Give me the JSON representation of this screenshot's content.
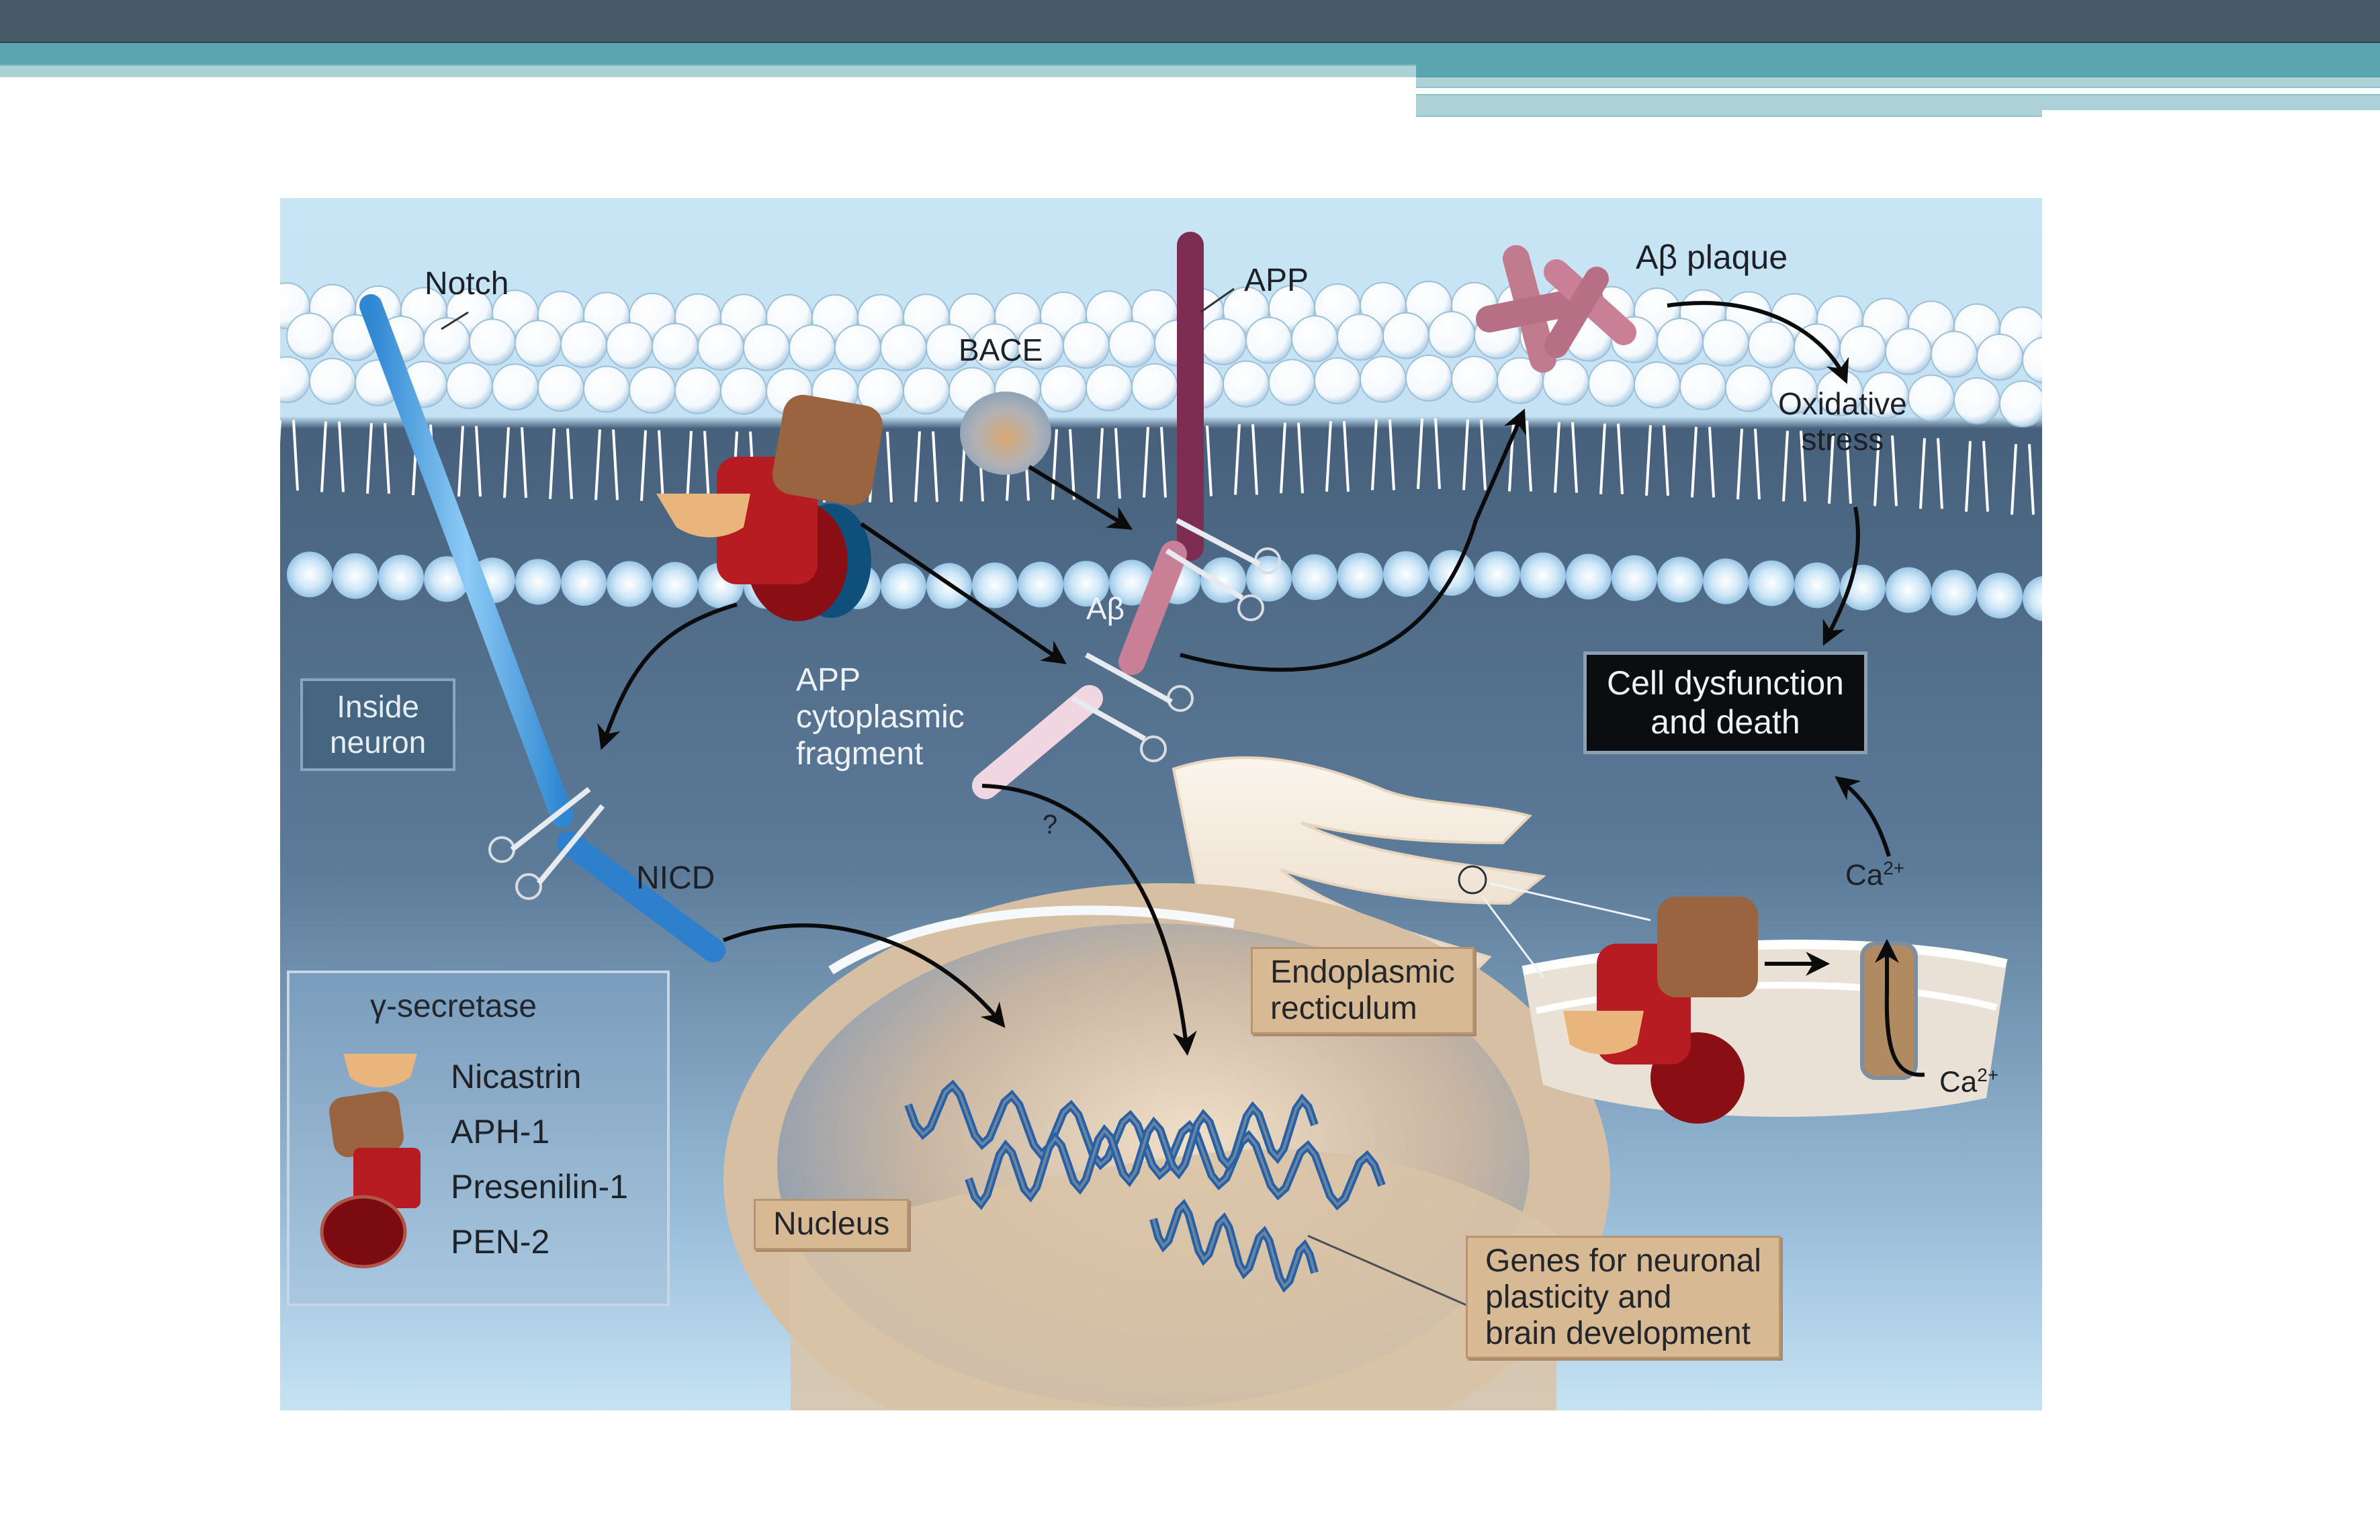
{
  "slide": {
    "header_colors": {
      "dark": "#475a68",
      "teal": "#5ba5b1",
      "light": "#acd2d8"
    }
  },
  "diagram": {
    "labels": {
      "notch": "Notch",
      "app": "APP",
      "bace": "BACE",
      "abeta_plaque": "Aβ plaque",
      "oxidative_stress": [
        "Oxidative",
        "stress"
      ],
      "abeta": "Aβ",
      "app_fragment": [
        "APP",
        "cytoplasmic",
        "fragment"
      ],
      "question_mark": "?",
      "nicd": "NICD",
      "ca_top": "Ca",
      "ca_top_sup": "2+",
      "ca_bottom": "Ca",
      "ca_bottom_sup": "2+"
    },
    "boxes": {
      "inside_neuron": [
        "Inside",
        "neuron"
      ],
      "cell_dysfunction": [
        "Cell dysfunction",
        "and death"
      ],
      "endoplasmic": [
        "Endoplasmic",
        "recticulum"
      ],
      "nucleus": "Nucleus",
      "genes": [
        "Genes for neuronal",
        "plasticity and",
        "brain development"
      ]
    },
    "legend": {
      "title": "γ-secretase",
      "items": [
        "Nicastrin",
        "APH-1",
        "Presenilin-1",
        "PEN-2"
      ]
    },
    "colors": {
      "nicastrin": "#e9b57c",
      "aph1": "#99643f",
      "presenilin1": "#b71c22",
      "pen2": "#7a0b10",
      "notch": "#3e9be0",
      "app": "#7d2d52",
      "abeta": "#c98096",
      "cell_interior": "#456580",
      "extracellular": "#c8e5f5"
    }
  }
}
